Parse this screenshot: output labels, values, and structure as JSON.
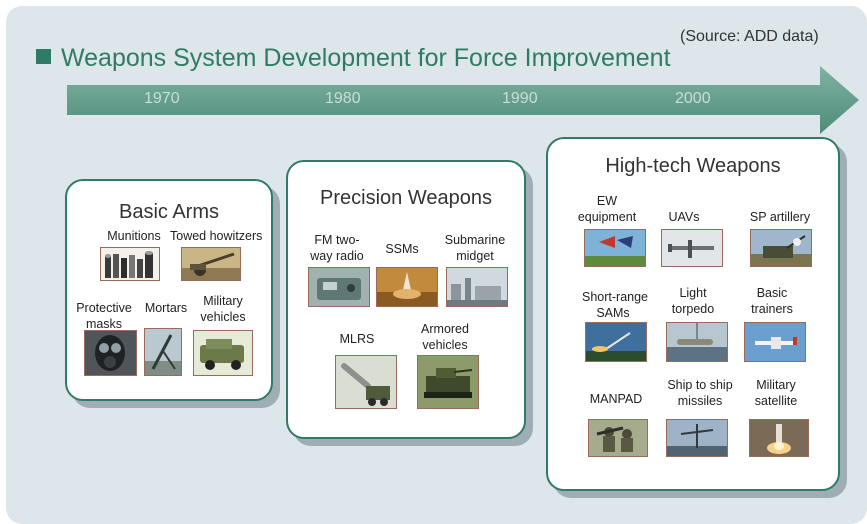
{
  "title": "Weapons System Development for Force Improvement",
  "source": "(Source: ADD data)",
  "timeline": [
    "1970",
    "1980",
    "1990",
    "2000"
  ],
  "groups": [
    {
      "title": "Basic Arms",
      "items": [
        {
          "label": "Munitions",
          "icon": "munitions-photo"
        },
        {
          "label": "Towed howitzers",
          "icon": "towed-howitzer-photo"
        },
        {
          "label": "Protective\nmasks",
          "icon": "protective-mask-photo"
        },
        {
          "label": "Mortars",
          "icon": "mortar-photo"
        },
        {
          "label": "Military\nvehicles",
          "icon": "military-vehicle-photo"
        }
      ]
    },
    {
      "title": "Precision Weapons",
      "items": [
        {
          "label": "FM two-\nway radio",
          "icon": "radio-photo"
        },
        {
          "label": "SSMs",
          "icon": "ssm-photo"
        },
        {
          "label": "Submarine\nmidget",
          "icon": "submarine-photo"
        },
        {
          "label": "MLRS",
          "icon": "mlrs-photo"
        },
        {
          "label": "Armored\nvehicles",
          "icon": "armored-vehicle-photo"
        }
      ]
    },
    {
      "title": "High-tech Weapons",
      "items": [
        {
          "label": "EW\nequipment",
          "icon": "ew-photo"
        },
        {
          "label": "UAVs",
          "icon": "uav-photo"
        },
        {
          "label": "SP artillery",
          "icon": "sp-artillery-photo"
        },
        {
          "label": "Short-range\nSAMs",
          "icon": "sam-photo"
        },
        {
          "label": "Light\ntorpedo",
          "icon": "torpedo-photo"
        },
        {
          "label": "Basic\ntrainers",
          "icon": "trainer-photo"
        },
        {
          "label": "MANPAD",
          "icon": "manpad-photo"
        },
        {
          "label": "Ship to ship\nmissiles",
          "icon": "ship-missile-photo"
        },
        {
          "label": "Military\nsatellite",
          "icon": "satellite-photo"
        }
      ]
    }
  ],
  "colors": {
    "accent": "#2f7b67",
    "arrow": "#5f9a88",
    "background": "#dde6ea"
  }
}
